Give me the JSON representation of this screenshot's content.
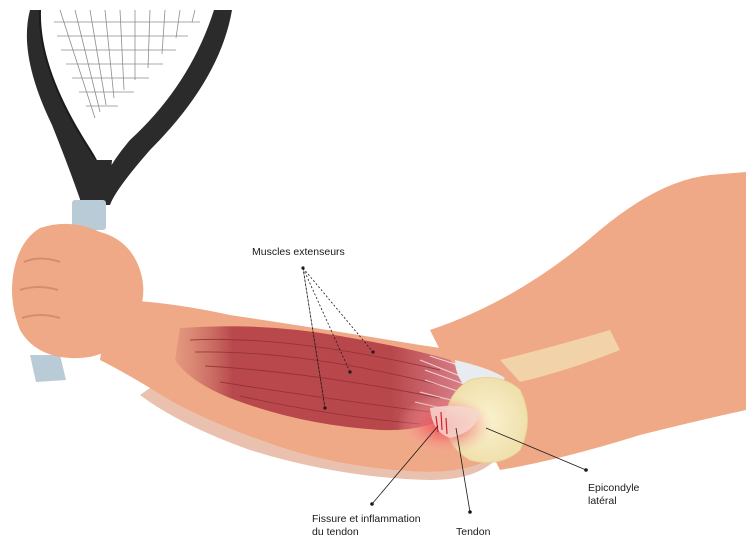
{
  "labels": {
    "muscles": "Muscles extenseurs",
    "epicondyle_line1": "Epicondyle",
    "epicondyle_line2": "latéral",
    "fissure_line1": "Fissure et inflammation",
    "fissure_line2": "du tendon",
    "tendon": "Tendon"
  },
  "colors": {
    "skin": "#f0a986",
    "skin_shadow": "#d88c6c",
    "muscle": "#b8484c",
    "bone": "#f2e6b8",
    "inflammation": "#f03c46",
    "racket_frame": "#2b2b2b",
    "racket_grip": "#b9cbd6"
  }
}
